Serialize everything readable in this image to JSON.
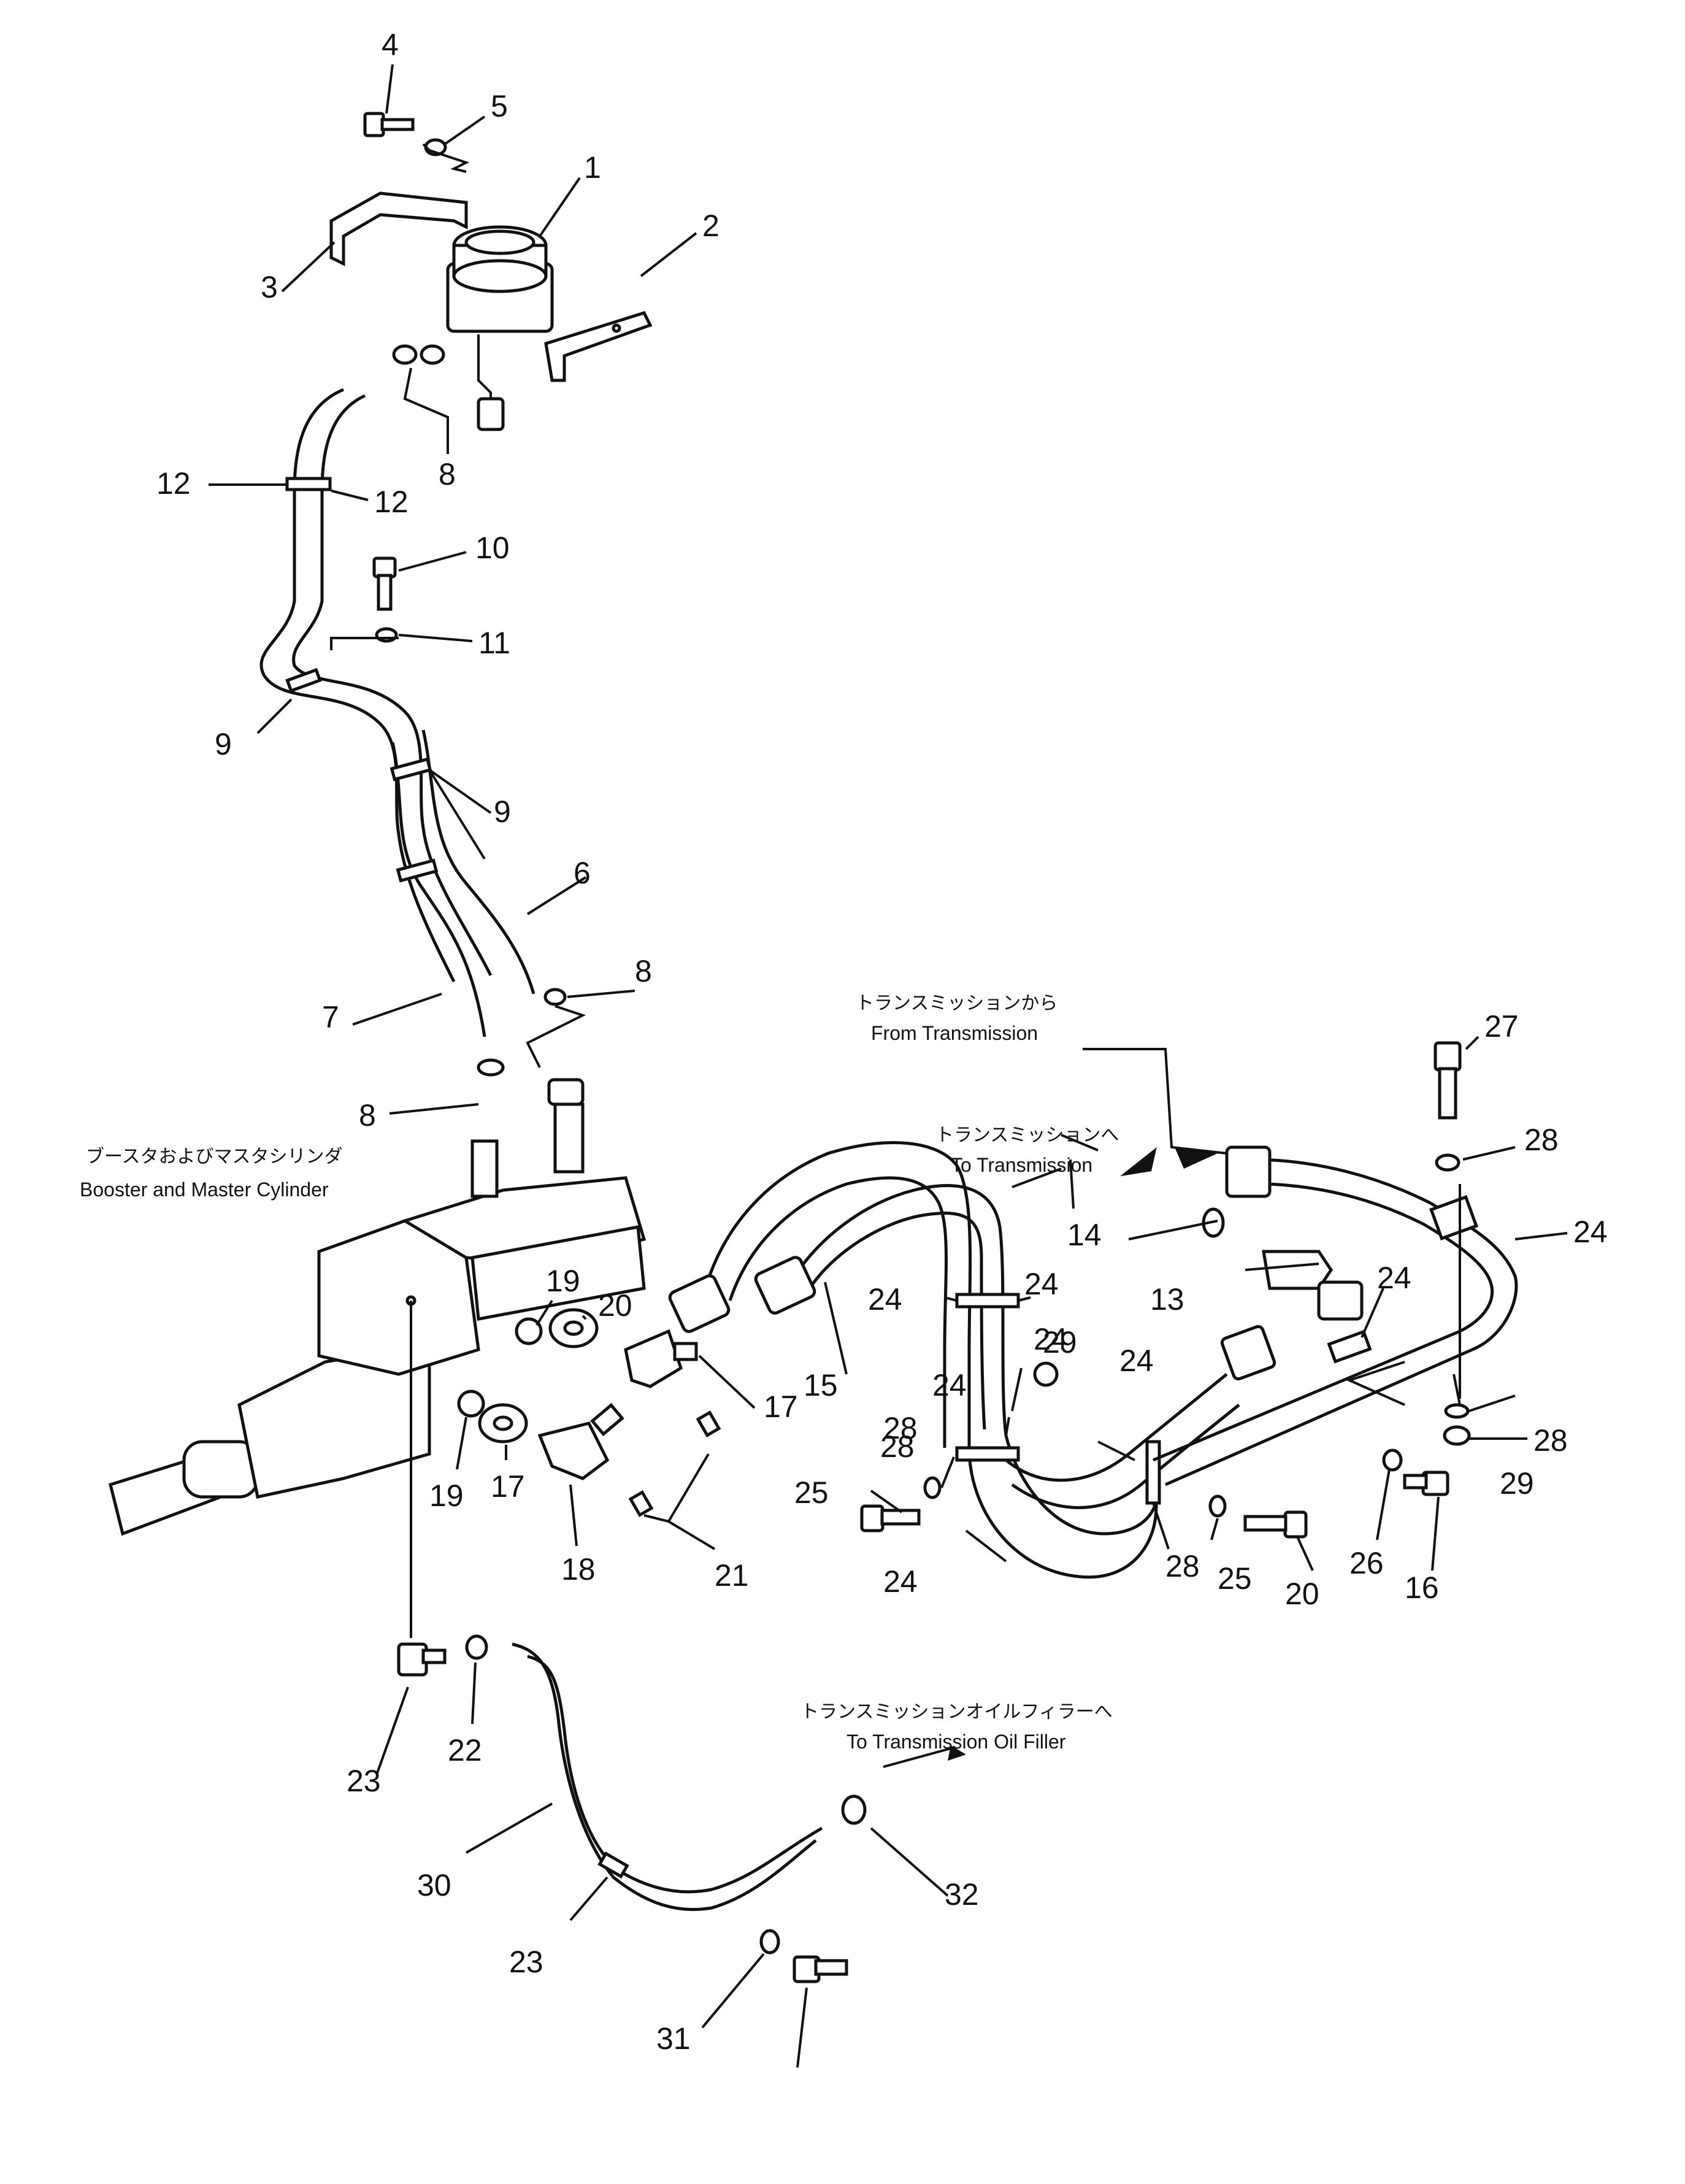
{
  "callouts": [
    {
      "id": "c4",
      "text": "4"
    },
    {
      "id": "c5",
      "text": "5"
    },
    {
      "id": "c1",
      "text": "1"
    },
    {
      "id": "c2",
      "text": "2"
    },
    {
      "id": "c3",
      "text": "3"
    },
    {
      "id": "c8a",
      "text": "8"
    },
    {
      "id": "c12a",
      "text": "12"
    },
    {
      "id": "c12b",
      "text": "12"
    },
    {
      "id": "c10",
      "text": "10"
    },
    {
      "id": "c11",
      "text": "11"
    },
    {
      "id": "c9a",
      "text": "9"
    },
    {
      "id": "c9b",
      "text": "9"
    },
    {
      "id": "c6",
      "text": "6"
    },
    {
      "id": "c7",
      "text": "7"
    },
    {
      "id": "c8b",
      "text": "8"
    },
    {
      "id": "c8c",
      "text": "8"
    },
    {
      "id": "c27",
      "text": "27"
    },
    {
      "id": "c28a",
      "text": "28"
    },
    {
      "id": "c24a",
      "text": "24"
    },
    {
      "id": "c14",
      "text": "14"
    },
    {
      "id": "c24b",
      "text": "24"
    },
    {
      "id": "c24c",
      "text": "24"
    },
    {
      "id": "c13",
      "text": "13"
    },
    {
      "id": "c24d",
      "text": "24"
    },
    {
      "id": "c15",
      "text": "15"
    },
    {
      "id": "c24e",
      "text": "24"
    },
    {
      "id": "c29a",
      "text": "29"
    },
    {
      "id": "c24f",
      "text": "24"
    },
    {
      "id": "c24g",
      "text": "24"
    },
    {
      "id": "c28b",
      "text": "28"
    },
    {
      "id": "c29b",
      "text": "29"
    },
    {
      "id": "c25a",
      "text": "25"
    },
    {
      "id": "c28c",
      "text": "28"
    },
    {
      "id": "c28d",
      "text": "28"
    },
    {
      "id": "c26",
      "text": "26"
    },
    {
      "id": "c16",
      "text": "16"
    },
    {
      "id": "c24h",
      "text": "24"
    },
    {
      "id": "c28e",
      "text": "28"
    },
    {
      "id": "c25b",
      "text": "25"
    },
    {
      "id": "c20a",
      "text": "20"
    },
    {
      "id": "c19a",
      "text": "19"
    },
    {
      "id": "c20b",
      "text": "20"
    },
    {
      "id": "c19b",
      "text": "19"
    },
    {
      "id": "c17a",
      "text": "17"
    },
    {
      "id": "c17b",
      "text": "17"
    },
    {
      "id": "c18",
      "text": "18"
    },
    {
      "id": "c21",
      "text": "21"
    },
    {
      "id": "c23a",
      "text": "23"
    },
    {
      "id": "c22",
      "text": "22"
    },
    {
      "id": "c30",
      "text": "30"
    },
    {
      "id": "c23b",
      "text": "23"
    },
    {
      "id": "c32",
      "text": "32"
    },
    {
      "id": "c31",
      "text": "31"
    }
  ],
  "captions": {
    "from_transmission_jp": "トランスミッションから",
    "from_transmission_en": "From Transmission",
    "to_transmission_jp": "トランスミッションへ",
    "to_transmission_en": "To Transmission",
    "booster_jp": "ブースタおよびマスタシリンダ",
    "booster_en": "Booster and Master Cylinder",
    "oil_filler_jp": "トランスミッションオイルフィラーへ",
    "oil_filler_en": "To Transmission Oil Filler"
  }
}
